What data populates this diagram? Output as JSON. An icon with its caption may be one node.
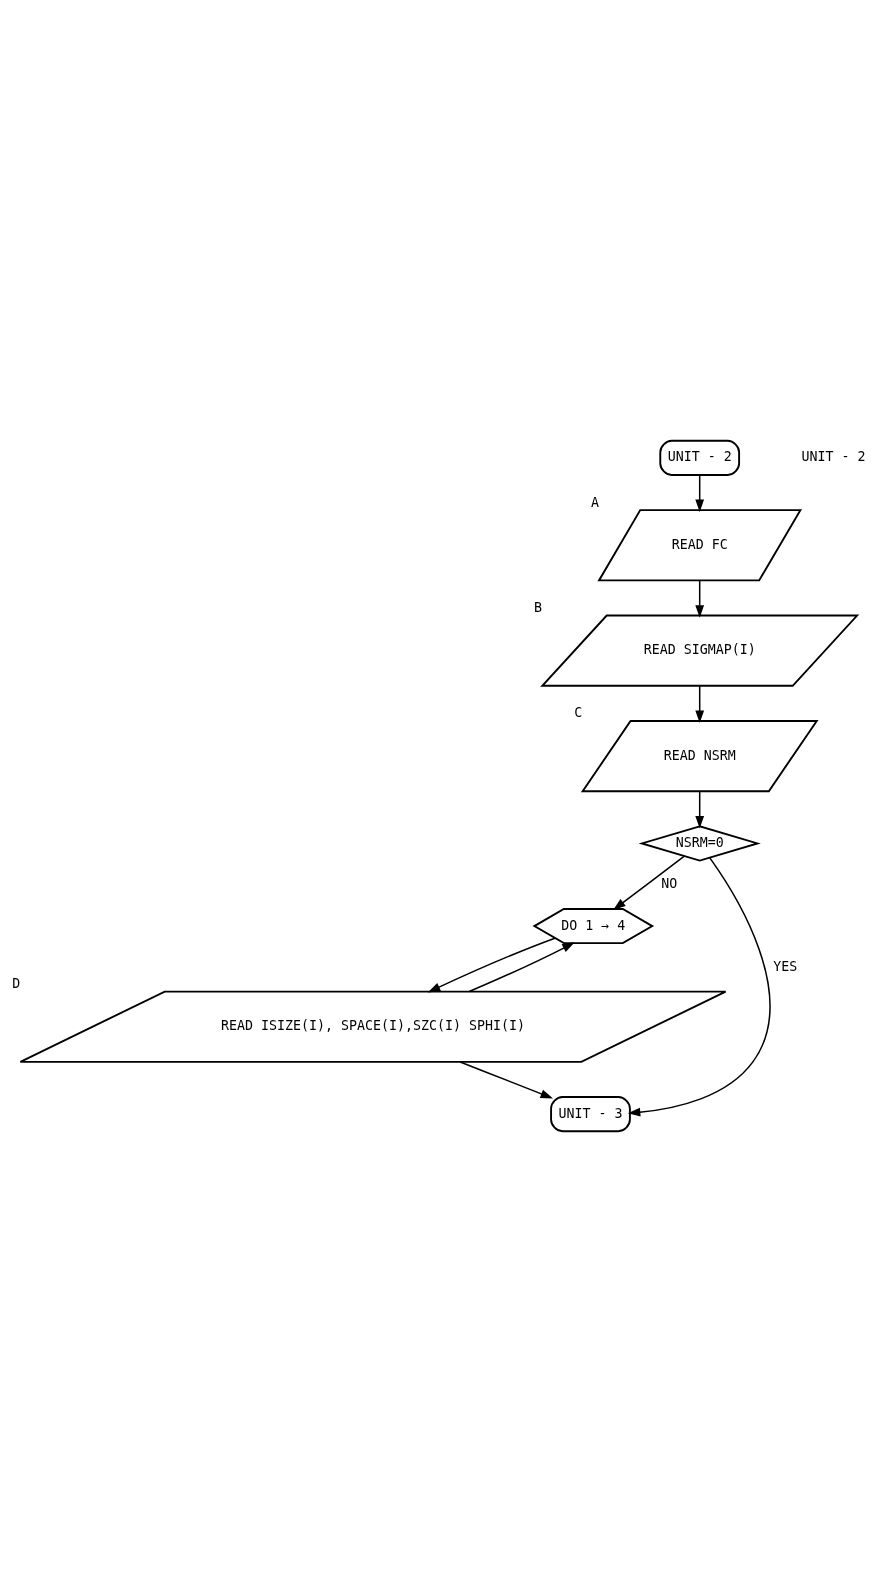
{
  "diagram": {
    "nodes": [
      {
        "text": [
          "UNIT - 2"
        ]
      },
      {
        "text": [
          "READ FC"
        ],
        "beside": [
          "A"
        ]
      },
      {
        "text": [
          "READ SIGMAP(I)"
        ],
        "beside": [
          "B"
        ]
      },
      {
        "text": [
          "READ NSRM"
        ],
        "beside": [
          "C"
        ]
      },
      {
        "text": [
          "NSRM=0"
        ]
      },
      {
        "text": [
          "DO 1 → 4"
        ]
      },
      {
        "text": [
          "READ ISIZE(I), SPACE(I),SZC(I) SPHI(I)"
        ],
        "beside": [
          "D"
        ]
      },
      {
        "text": [
          "UNIT - 3"
        ]
      }
    ],
    "edges": [
      {
        "from": 0,
        "to": 1,
        "arrow": "to"
      },
      {
        "from": 1,
        "to": 2,
        "arrow": "to"
      },
      {
        "from": 2,
        "to": 3,
        "arrow": "to"
      },
      {
        "from": 3,
        "to": 4,
        "arrow": "to"
      },
      {
        "from": 4,
        "to": 7,
        "arrow": "to",
        "label": "YES"
      },
      {
        "from": 4,
        "to": 5,
        "arrow": "to",
        "label": "NO"
      },
      {
        "from": 5,
        "to": 6,
        "arrow": "to"
      },
      {
        "from": 6,
        "to": 5,
        "arrow": "to"
      },
      {
        "from": 6,
        "to": 7,
        "arrow": "to"
      }
    ],
    "labels": [
      "UNIT - 2"
    ]
  }
}
